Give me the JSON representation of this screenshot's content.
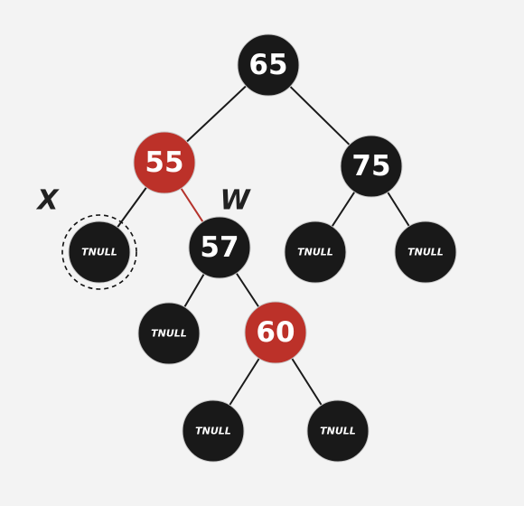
{
  "tree": {
    "colors": {
      "black_node": "#191919",
      "red_node": "#bc3129",
      "black_edge": "#1a1a1a",
      "red_edge": "#b5332c",
      "background": "#f3f3f3"
    },
    "nodes": [
      {
        "id": "n65",
        "label": "65",
        "color": "black",
        "kind": "key"
      },
      {
        "id": "n55",
        "label": "55",
        "color": "red",
        "kind": "key"
      },
      {
        "id": "n75",
        "label": "75",
        "color": "black",
        "kind": "key"
      },
      {
        "id": "x_null",
        "label": "TNULL",
        "color": "black",
        "kind": "null",
        "highlighted": true
      },
      {
        "id": "n57",
        "label": "57",
        "color": "black",
        "kind": "key"
      },
      {
        "id": "n75_left_null",
        "label": "TNULL",
        "color": "black",
        "kind": "null"
      },
      {
        "id": "n75_right_null",
        "label": "TNULL",
        "color": "black",
        "kind": "null"
      },
      {
        "id": "n57_left_null",
        "label": "TNULL",
        "color": "black",
        "kind": "null"
      },
      {
        "id": "n60",
        "label": "60",
        "color": "red",
        "kind": "key"
      },
      {
        "id": "n60_left_null",
        "label": "TNULL",
        "color": "black",
        "kind": "null"
      },
      {
        "id": "n60_right_null",
        "label": "TNULL",
        "color": "black",
        "kind": "null"
      }
    ],
    "edges": [
      {
        "from": "n65",
        "to": "n55",
        "color": "black"
      },
      {
        "from": "n65",
        "to": "n75",
        "color": "black"
      },
      {
        "from": "n55",
        "to": "x_null",
        "color": "black"
      },
      {
        "from": "n55",
        "to": "n57",
        "color": "red"
      },
      {
        "from": "n75",
        "to": "n75_left_null",
        "color": "black"
      },
      {
        "from": "n75",
        "to": "n75_right_null",
        "color": "black"
      },
      {
        "from": "n57",
        "to": "n57_left_null",
        "color": "black"
      },
      {
        "from": "n57",
        "to": "n60",
        "color": "black"
      },
      {
        "from": "n60",
        "to": "n60_left_null",
        "color": "black"
      },
      {
        "from": "n60",
        "to": "n60_right_null",
        "color": "black"
      }
    ],
    "markers": [
      {
        "id": "marker-x",
        "label": "X",
        "target": "x_null"
      },
      {
        "id": "marker-w",
        "label": "W",
        "target": "n57"
      }
    ]
  }
}
